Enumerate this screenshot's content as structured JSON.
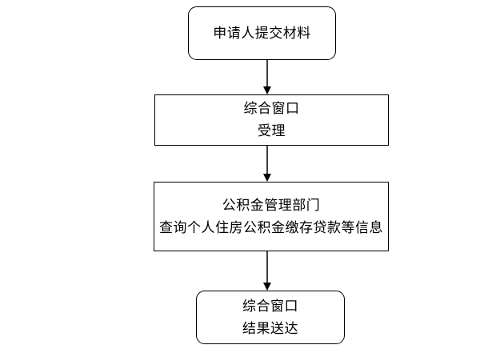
{
  "flowchart": {
    "steps": [
      {
        "lines": [
          "申请人提交材料"
        ]
      },
      {
        "lines": [
          "综合窗口",
          "受理"
        ]
      },
      {
        "lines": [
          "公积金管理部门",
          "查询个人住房公积金缴存贷款等信息"
        ]
      },
      {
        "lines": [
          "综合窗口",
          "结果送达"
        ]
      }
    ]
  }
}
